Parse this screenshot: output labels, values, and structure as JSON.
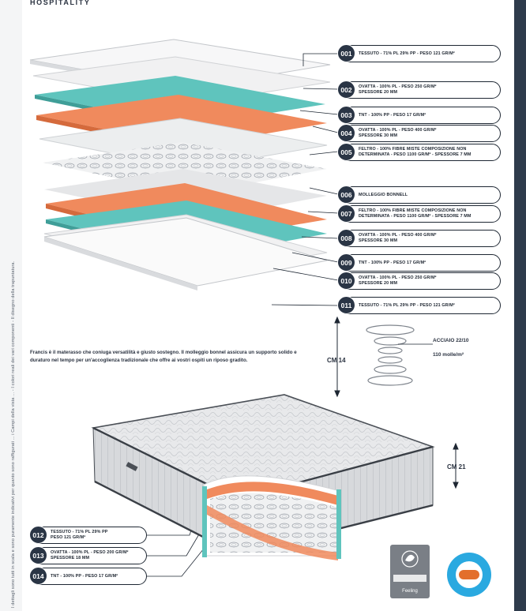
{
  "header": {
    "brand": "HOSPITALITY"
  },
  "sidebar_note": "I dettagli sono tutti in scala e sono puramente indicativi per quanto sono raffigurati ... i Campi della vista ... - I colori reali dei vari componenti - Il disegno della trapuntatura.",
  "layers": [
    {
      "num": "001",
      "lines": [
        "TESSUTO - 71% PL 29% PP - PESO 121 GR/M²"
      ]
    },
    {
      "num": "002",
      "lines": [
        "OVATTA - 100% PL - PESO 250 GR/M²",
        "SPESSORE 20 MM"
      ]
    },
    {
      "num": "003",
      "lines": [
        "TNT - 100% PP - PESO 17 GR/M²"
      ]
    },
    {
      "num": "004",
      "lines": [
        "OVATTA - 100% PL - PESO 400 GR/M²",
        "SPESSORE 30 MM"
      ]
    },
    {
      "num": "005",
      "lines": [
        "FELTRO - 100% FIBRE MISTE COMPOSIZIONE NON",
        "DETERMINATA - PESO 1100 GR/M² - SPESSORE 7 MM"
      ]
    },
    {
      "num": "006",
      "lines": [
        "MOLLEGGIO BONNELL"
      ]
    },
    {
      "num": "007",
      "lines": [
        "FELTRO - 100% FIBRE MISTE COMPOSIZIONE NON",
        "DETERMINATA - PESO 1100 GR/M² - SPESSORE 7 MM"
      ]
    },
    {
      "num": "008",
      "lines": [
        "OVATTA - 100% PL - PESO 400 GR/M²",
        "SPESSORE 30 MM"
      ]
    },
    {
      "num": "009",
      "lines": [
        "TNT - 100% PP - PESO 17 GR/M²"
      ]
    },
    {
      "num": "010",
      "lines": [
        "OVATTA - 100% PL - PESO 250 GR/M²",
        "SPESSORE 20 MM"
      ]
    },
    {
      "num": "011",
      "lines": [
        "TESSUTO - 71% PL 29% PP - PESO 121 GR/M²"
      ]
    }
  ],
  "border_layers": [
    {
      "num": "012",
      "lines": [
        "TESSUTO - 71% PL 29% PP",
        "PESO 121 GR/M²"
      ]
    },
    {
      "num": "013",
      "lines": [
        "OVATTA - 100% PL - PESO 200 GR/M²",
        "SPESSORE 18 MM"
      ]
    },
    {
      "num": "014",
      "lines": [
        "TNT - 100% PP - PESO 17 GR/M²"
      ]
    }
  ],
  "description": "Francis è il materasso che coniuga versatilità e giusto sostegno. Il molleggio bonnel assicura un supporto solido e duraturo nel tempo per un'accoglienza tradizionale che offre ai vostri ospiti un riposo gradito.",
  "spring": {
    "wire": "ACCIAIO 22/10",
    "density": "110 molle/m²"
  },
  "dimensions": {
    "height_layers": "CM 14",
    "height_mattress": "CM 21"
  },
  "badges": {
    "feeling": "Feeling"
  },
  "colors": {
    "dark": "#2a3545",
    "orange": "#f08a5d",
    "teal": "#5fc4bd",
    "grey": "#e9eaec"
  }
}
